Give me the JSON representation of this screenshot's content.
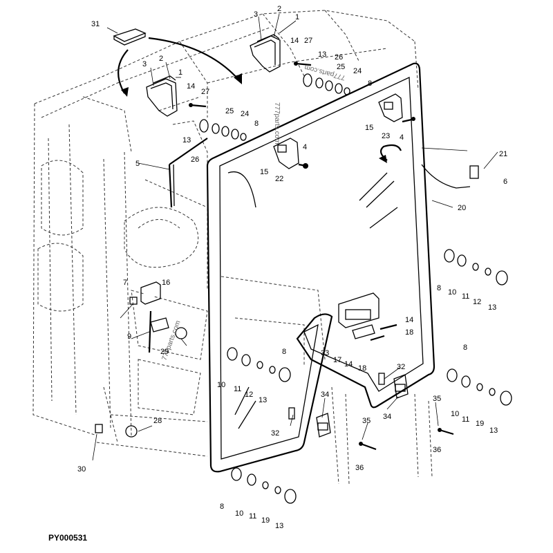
{
  "drawing_code": "PY000531",
  "watermarks": [
    "777parts.com",
    "777parts.com",
    "777parts.com"
  ],
  "callouts": [
    "31",
    "3",
    "2",
    "1",
    "3",
    "2",
    "1",
    "14",
    "27",
    "13",
    "26",
    "25",
    "24",
    "8",
    "14",
    "27",
    "25",
    "24",
    "8",
    "13",
    "26",
    "5",
    "15",
    "4",
    "22",
    "15",
    "23",
    "4",
    "21",
    "6",
    "20",
    "7",
    "16",
    "9",
    "29",
    "8",
    "10",
    "11",
    "12",
    "13",
    "14",
    "18",
    "33",
    "17",
    "14",
    "18",
    "32",
    "8",
    "10",
    "11",
    "12",
    "13",
    "8",
    "10",
    "11",
    "19",
    "13",
    "34",
    "35",
    "36",
    "32",
    "34",
    "35",
    "36",
    "28",
    "30",
    "8",
    "10",
    "11",
    "19",
    "13"
  ]
}
